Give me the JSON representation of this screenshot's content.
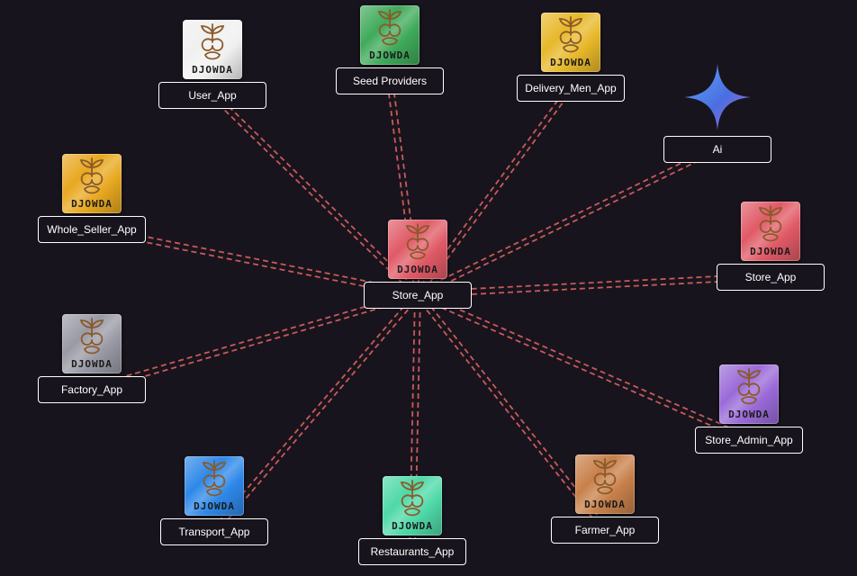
{
  "diagram": {
    "center": "store_main",
    "edge_color": "#c85a5a",
    "nodes": [
      {
        "id": "user_app",
        "label": "User_App",
        "brand": "DJOWDA",
        "icon": "djowda-logo",
        "color": "#f0f0f0"
      },
      {
        "id": "seed_providers",
        "label": "Seed Providers",
        "brand": "DJOWDA",
        "icon": "djowda-logo",
        "color": "#3faa5a"
      },
      {
        "id": "delivery_men_app",
        "label": "Delivery_Men_App",
        "brand": "DJOWDA",
        "icon": "djowda-logo",
        "color": "#e8b82a"
      },
      {
        "id": "ai",
        "label": "Ai",
        "brand": "",
        "icon": "sparkle-icon",
        "color": "#4a86e8"
      },
      {
        "id": "whole_seller_app",
        "label": "Whole_Seller_App",
        "brand": "DJOWDA",
        "icon": "djowda-logo",
        "color": "#e8a820"
      },
      {
        "id": "store_main",
        "label": "Store_App",
        "brand": "DJOWDA",
        "icon": "djowda-logo",
        "color": "#e05a66"
      },
      {
        "id": "store_app",
        "label": "Store_App",
        "brand": "DJOWDA",
        "icon": "djowda-logo",
        "color": "#e05a66"
      },
      {
        "id": "factory_app",
        "label": "Factory_App",
        "brand": "DJOWDA",
        "icon": "djowda-logo",
        "color": "#9a9aa6"
      },
      {
        "id": "store_admin_app",
        "label": "Store_Admin_App",
        "brand": "DJOWDA",
        "icon": "djowda-logo",
        "color": "#9a6ad8"
      },
      {
        "id": "transport_app",
        "label": "Transport_App",
        "brand": "DJOWDA",
        "icon": "djowda-logo",
        "color": "#2e88e8"
      },
      {
        "id": "restaurants_app",
        "label": "Restaurants_App",
        "brand": "DJOWDA",
        "icon": "djowda-logo",
        "color": "#4ed8a8"
      },
      {
        "id": "farmer_app",
        "label": "Farmer_App",
        "brand": "DJOWDA",
        "icon": "djowda-logo",
        "color": "#c8804a"
      }
    ],
    "edges": [
      {
        "from": "store_main",
        "to": "user_app"
      },
      {
        "from": "store_main",
        "to": "seed_providers"
      },
      {
        "from": "store_main",
        "to": "delivery_men_app"
      },
      {
        "from": "store_main",
        "to": "ai"
      },
      {
        "from": "store_main",
        "to": "whole_seller_app"
      },
      {
        "from": "store_main",
        "to": "store_app"
      },
      {
        "from": "store_main",
        "to": "factory_app"
      },
      {
        "from": "store_main",
        "to": "store_admin_app"
      },
      {
        "from": "store_main",
        "to": "transport_app"
      },
      {
        "from": "store_main",
        "to": "restaurants_app"
      },
      {
        "from": "store_main",
        "to": "farmer_app"
      }
    ]
  }
}
